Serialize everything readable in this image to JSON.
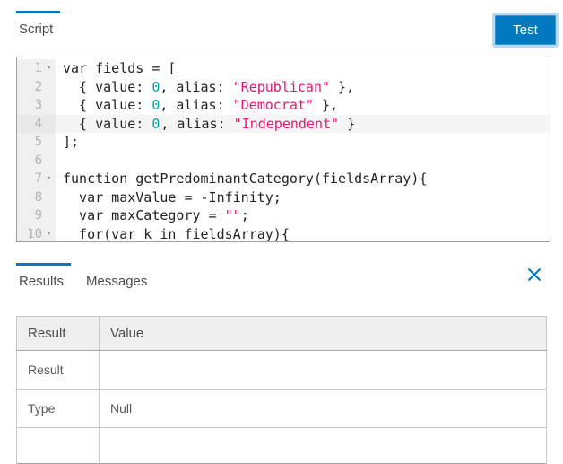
{
  "colors": {
    "accent": "#0079c1",
    "string_token": "#e8186d",
    "number_token": "#00a3a3"
  },
  "header": {
    "script_tab": "Script",
    "test_button": "Test"
  },
  "editor": {
    "lines": [
      {
        "num": "1",
        "fold": true,
        "active": false,
        "tokens": [
          {
            "t": "var fields = ["
          }
        ]
      },
      {
        "num": "2",
        "fold": false,
        "active": false,
        "tokens": [
          {
            "t": "  { value: "
          },
          {
            "t": "0",
            "c": "num"
          },
          {
            "t": ", alias: "
          },
          {
            "t": "\"Republican\"",
            "c": "str"
          },
          {
            "t": " },"
          }
        ]
      },
      {
        "num": "3",
        "fold": false,
        "active": false,
        "tokens": [
          {
            "t": "  { value: "
          },
          {
            "t": "0",
            "c": "num"
          },
          {
            "t": ", alias: "
          },
          {
            "t": "\"Democrat\"",
            "c": "str"
          },
          {
            "t": " },"
          }
        ]
      },
      {
        "num": "4",
        "fold": false,
        "active": true,
        "tokens": [
          {
            "t": "  { value: "
          },
          {
            "t": "0",
            "c": "num",
            "caret": true
          },
          {
            "t": ", alias: "
          },
          {
            "t": "\"Independent\"",
            "c": "str"
          },
          {
            "t": " }"
          }
        ]
      },
      {
        "num": "5",
        "fold": false,
        "active": false,
        "tokens": [
          {
            "t": "];"
          }
        ]
      },
      {
        "num": "6",
        "fold": false,
        "active": false,
        "tokens": []
      },
      {
        "num": "7",
        "fold": true,
        "active": false,
        "tokens": [
          {
            "t": "function getPredominantCategory(fieldsArray){"
          }
        ]
      },
      {
        "num": "8",
        "fold": false,
        "active": false,
        "tokens": [
          {
            "t": "  var maxValue = -Infinity;"
          }
        ]
      },
      {
        "num": "9",
        "fold": false,
        "active": false,
        "tokens": [
          {
            "t": "  var maxCategory = "
          },
          {
            "t": "\"\"",
            "c": "str"
          },
          {
            "t": ";"
          }
        ]
      },
      {
        "num": "10",
        "fold": true,
        "active": false,
        "tokens": [
          {
            "t": "  for(var k in fieldsArray){"
          }
        ]
      }
    ]
  },
  "results_panel": {
    "tabs": [
      {
        "label": "Results",
        "active": true
      },
      {
        "label": "Messages",
        "active": false
      }
    ]
  },
  "table": {
    "columns": [
      "Result",
      "Value"
    ],
    "rows": [
      {
        "label": "Result",
        "value": ""
      },
      {
        "label": "Type",
        "value": "Null"
      }
    ]
  }
}
